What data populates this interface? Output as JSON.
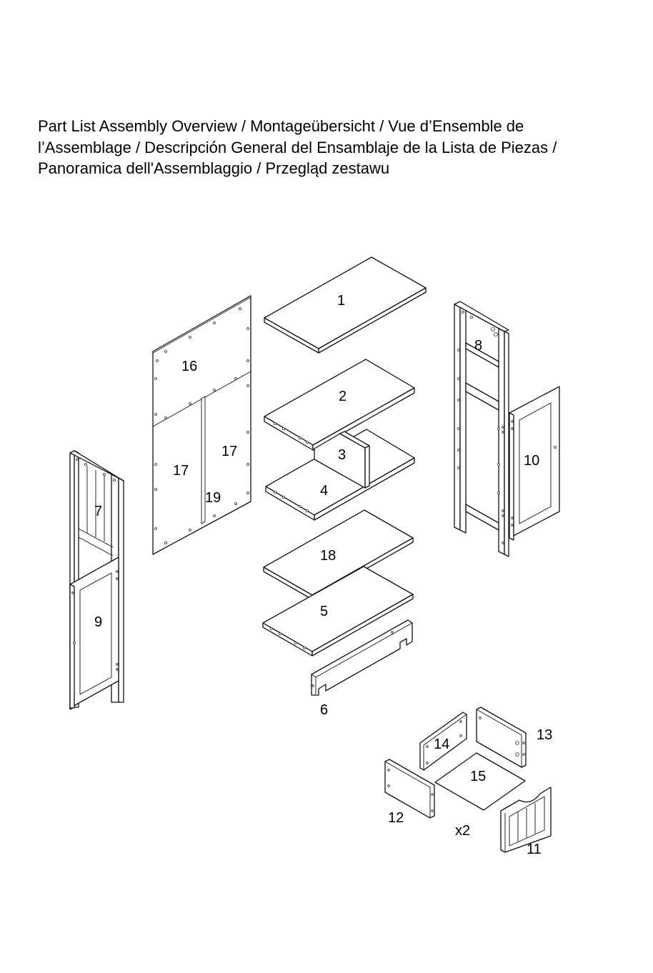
{
  "heading": {
    "line1": "Part List Assembly Overview / Montageübersicht / Vue d’Ensemble de",
    "line2": "l’Assemblage / Descripción General del Ensamblaje de la Lista de Piezas /",
    "line3": "Panoramica dell'Assemblaggio / Przegląd zestawu"
  },
  "parts": {
    "p1": "1",
    "p2": "2",
    "p3": "3",
    "p4": "4",
    "p5": "5",
    "p6": "6",
    "p7": "7",
    "p8": "8",
    "p9": "9",
    "p10": "10",
    "p11": "11",
    "p12": "12",
    "p13": "13",
    "p14": "14",
    "p15": "15",
    "p16": "16",
    "p17a": "17",
    "p17b": "17",
    "p18": "18",
    "p19": "19"
  },
  "quantity_note": "x2"
}
